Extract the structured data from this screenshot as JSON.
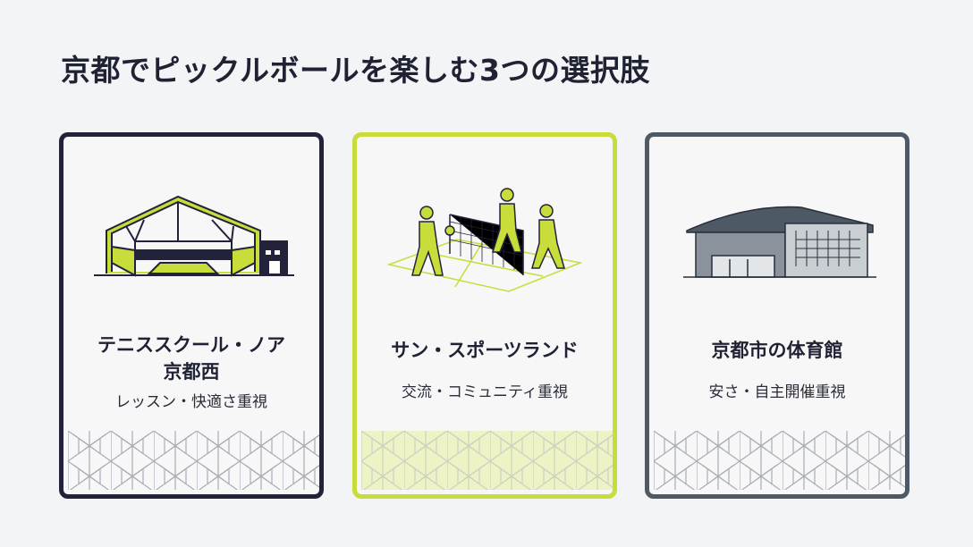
{
  "title": "京都でピックルボールを楽しむ3つの選択肢",
  "colors": {
    "navy": "#22233a",
    "lime": "#c8dc3a",
    "slate": "#4d5965",
    "background": "#f3f4f6"
  },
  "cards": [
    {
      "name_line1": "テニススクール・ノア",
      "name_line2": "京都西",
      "subtitle": "レッスン・快適さ重視",
      "icon": "indoor-tennis-facility-icon"
    },
    {
      "name_line1": "サン・スポーツランド",
      "subtitle": "交流・コミュニティ重視",
      "icon": "players-at-net-icon"
    },
    {
      "name_line1": "京都市の体育館",
      "subtitle": "安さ・自主開催重視",
      "icon": "gymnasium-building-icon"
    }
  ]
}
